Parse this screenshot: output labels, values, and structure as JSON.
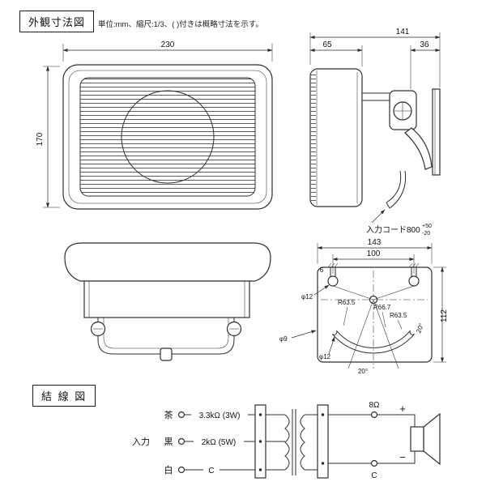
{
  "page": {
    "title": "外観寸法図",
    "note": "単位:mm、縮尺:1/3、( )付きは概略寸法を示す。",
    "wiring_title": "結 線 図"
  },
  "front": {
    "width": "230",
    "height": "170"
  },
  "side": {
    "total": "141",
    "depth": "65",
    "bracket": "36",
    "cord": "入力コード800",
    "cord_plus": "+50",
    "cord_minus": "-20"
  },
  "bracket": {
    "width": "143",
    "span": "100",
    "height": "112",
    "slot_width": "6",
    "hole_top": "φ12",
    "hole_bottom": "φ12",
    "tab_hole": "φ9",
    "r1": "R63.5",
    "r2": "R66.7",
    "r3": "R63.5",
    "angle_right": "20°",
    "angle_bottom": "20°"
  },
  "wiring": {
    "input_label": "入力",
    "brown": "茶",
    "black": "黒",
    "white": "白",
    "tap1": "3.3kΩ (3W)",
    "tap2": "2kΩ (5W)",
    "tap3": "C",
    "impedance": "8Ω",
    "plus": "+",
    "minus": "−",
    "common": "C"
  }
}
